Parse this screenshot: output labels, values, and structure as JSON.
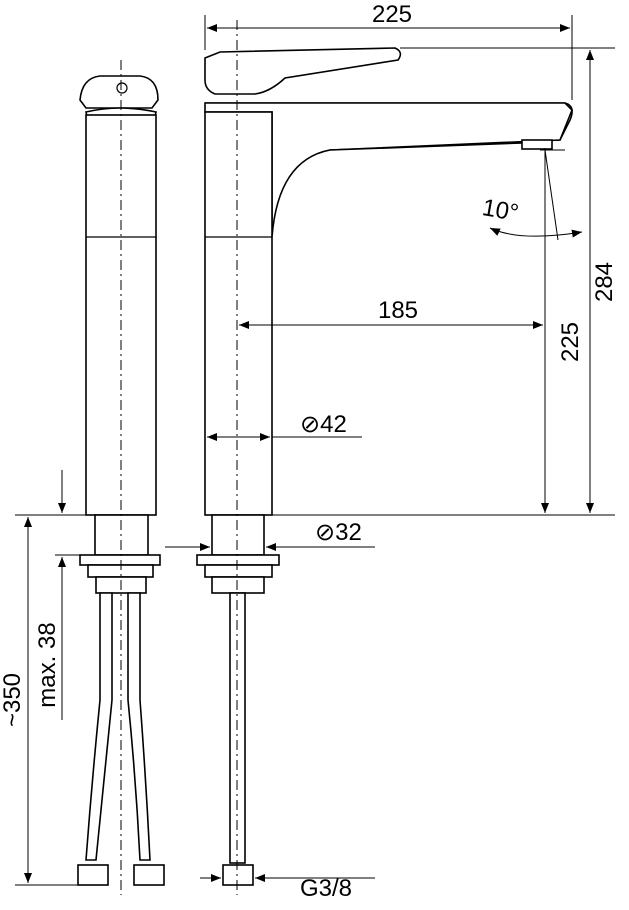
{
  "dimensions": {
    "spout_reach_total": "225",
    "total_height": "284",
    "spout_height": "225",
    "spout_reach": "185",
    "body_diameter": "⊘42",
    "shank_diameter": "⊘32",
    "spout_angle": "10°",
    "hose_length": "~350",
    "max_thickness": "max. 38",
    "thread": "G3/8"
  }
}
